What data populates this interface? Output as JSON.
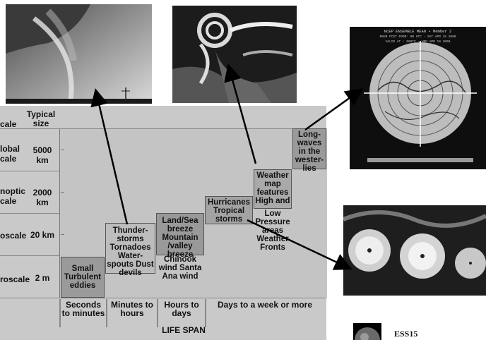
{
  "table": {
    "col_scale_header": "cale",
    "col_size_header": "Typical size",
    "rows": [
      {
        "scale": "lobal cale",
        "size": "5000 km"
      },
      {
        "scale": "noptic cale",
        "size": "2000 km"
      },
      {
        "scale": "oscale",
        "size": "20 km"
      },
      {
        "scale": "roscale",
        "size": "2 m"
      }
    ]
  },
  "phenomena": [
    {
      "label": "Small Turbulent eddies",
      "extra": ""
    },
    {
      "label": "Thunder-storms Tornadoes Water-spouts Dust devils",
      "extra": ""
    },
    {
      "label": "Land/Sea breeze Mountain /valley breeze",
      "extra": "Chinook wind Santa Ana wind"
    },
    {
      "label": "Hurricanes Tropical storms",
      "extra": ""
    },
    {
      "label": "Weather map features High and",
      "extra": "Low Pressure areas Weather Fronts"
    },
    {
      "label": "Long-waves in the wester-lies",
      "extra": ""
    }
  ],
  "lifespan": {
    "ticks": [
      "Seconds to minutes",
      "Minutes to hours",
      "Hours to days",
      "Days to a week or more"
    ],
    "axis_label": "LIFE SPAN"
  },
  "map_header": {
    "line1": "NCEP ENSEMBLE MEAN • Member 2",
    "line2": "00HR FCST FROM: 00 UTC - SAT APR 15 2000",
    "line3": "VALID AT : 00UTC - WED APR 19 2000"
  },
  "footer_label": "ESS15"
}
